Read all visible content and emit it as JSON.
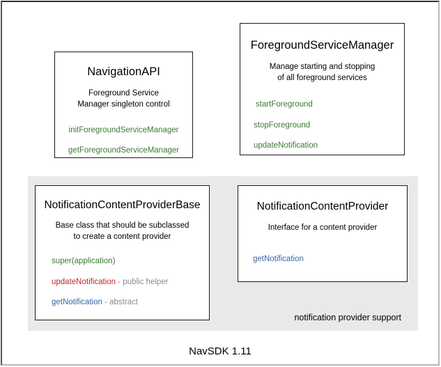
{
  "slide": {
    "footer_caption": "NavSDK 1.11"
  },
  "boxes": {
    "navigation_api": {
      "title": "NavigationAPI",
      "description_lines": [
        "Foreground Service",
        "Manager singleton control"
      ],
      "methods": [
        {
          "name": "initForegroundServiceManager",
          "color": "#3d7a34",
          "note": ""
        },
        {
          "name": "getForegroundServiceManager",
          "color": "#3d7a34",
          "note": ""
        }
      ]
    },
    "foreground_service_manager": {
      "title": "ForegroundServiceManager",
      "description_lines": [
        "Manage starting and stopping",
        "of all foreground services"
      ],
      "methods": [
        {
          "name": "startForeground",
          "color": "#3d7a34",
          "note": ""
        },
        {
          "name": "stopForeground",
          "color": "#3d7a34",
          "note": ""
        },
        {
          "name": "updateNotification",
          "color": "#3d7a34",
          "note": ""
        }
      ]
    },
    "notification_content_provider_base": {
      "title": "NotificationContentProviderBase",
      "description_lines": [
        "Base class that should be subclassed",
        "to create a content provider"
      ],
      "methods": [
        {
          "name": "super(application)",
          "color": "#3d7a34",
          "note": ""
        },
        {
          "name": "updateNotification",
          "color": "#c0282a",
          "note": " - public helper"
        },
        {
          "name": "getNotification",
          "color": "#3566a8",
          "note": " - abstract"
        }
      ]
    },
    "notification_content_provider": {
      "title": "NotificationContentProvider",
      "description_lines": [
        "Interface for a content provider"
      ],
      "methods": [
        {
          "name": "getNotification",
          "color": "#3566a8",
          "note": ""
        }
      ]
    }
  },
  "panel": {
    "label": "notification provider support",
    "background": "#e9e9e9"
  },
  "colors": {
    "method_green": "#3d7a34",
    "method_red": "#c0282a",
    "method_blue": "#3566a8",
    "method_note_gray": "#8a8a8a",
    "box_border": "#1a1a1a",
    "canvas_background": "#ffffff"
  }
}
